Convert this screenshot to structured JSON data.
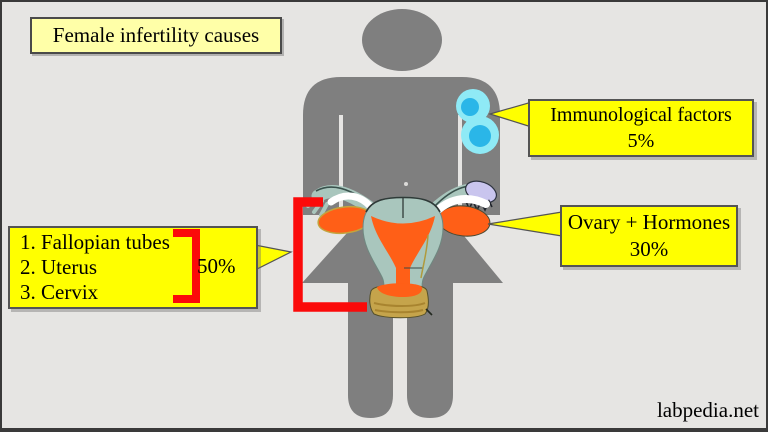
{
  "title": "Female infertility causes",
  "watermark": "labpedia.net",
  "callouts": {
    "immunological": {
      "label": "Immunological factors",
      "value": "5%"
    },
    "ovary": {
      "label": "Ovary + Hormones",
      "value": "30%"
    },
    "tubal": {
      "items": [
        "1. Fallopian tubes",
        "2. Uterus",
        "3. Cervix"
      ],
      "value": "50%"
    }
  },
  "colors": {
    "background": "#e6e5e3",
    "silhouette_gray": "#7f7f7f",
    "callout_yellow": "#ffff00",
    "title_yellow": "#ffffa8",
    "accent_red": "#fb0a0a",
    "cell_cyan_outer": "#8feaf6",
    "cell_cyan_inner": "#2ab6e8",
    "uterus_sage": "#a9c6bd",
    "uterus_orange": "#ff5f17",
    "cervix_khaki": "#c5a44b",
    "fimbria_lavender": "#c9c5ee"
  }
}
